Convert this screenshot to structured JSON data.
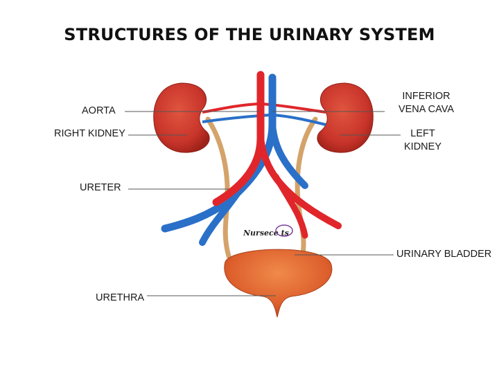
{
  "title": "STRUCTURES OF THE URINARY SYSTEM",
  "labels": {
    "aorta": "AORTA",
    "right_kidney": "RIGHT KIDNEY",
    "ureter": "URETER",
    "urethra": "URETHRA",
    "inferior_vena_cava_line1": "INFERIOR",
    "inferior_vena_cava_line2": "VENA CAVA",
    "left_kidney_line1": "LEFT",
    "left_kidney_line2": "KIDNEY",
    "urinary_bladder": "URINARY BLADDER"
  },
  "watermark": "Nursece ts",
  "colors": {
    "artery": "#e0262b",
    "vein": "#2a70c8",
    "kidney": "#c8342a",
    "ureter": "#d4a36a",
    "bladder": "#dd5f2c",
    "leader": "#555555"
  }
}
